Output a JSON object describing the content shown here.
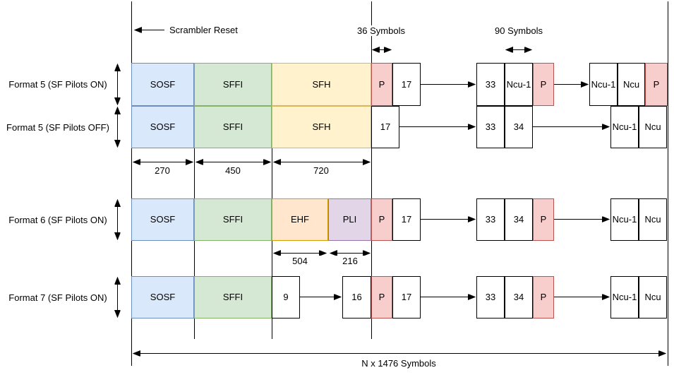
{
  "annotations": {
    "scrambler_reset": "Scrambler Reset",
    "symbols_36": "36 Symbols",
    "symbols_90": "90 Symbols",
    "total_length": "N x 1476 Symbols"
  },
  "dimensions": {
    "sosf": "270",
    "sffi": "450",
    "sfh": "720",
    "ehf": "504",
    "pli": "216"
  },
  "formats": [
    {
      "label": "Format 5 (SF Pilots ON)",
      "main": [
        "SOSF",
        "SFFI",
        "SFH",
        "P",
        "17"
      ],
      "mid": [
        "33",
        "Ncu-1",
        "P"
      ],
      "right": [
        "Ncu-1",
        "Ncu",
        "P"
      ]
    },
    {
      "label": "Format 5 (SF Pilots OFF)",
      "main": [
        "SOSF",
        "SFFI",
        "SFH",
        "17"
      ],
      "mid": [
        "33",
        "34"
      ],
      "right": [
        "Ncu-1",
        "Ncu"
      ]
    },
    {
      "label": "Format 6 (SF Pilots ON)",
      "main": [
        "SOSF",
        "SFFI",
        "EHF",
        "PLI",
        "P",
        "17"
      ],
      "mid": [
        "33",
        "34",
        "P"
      ],
      "right": [
        "Ncu-1",
        "Ncu"
      ]
    },
    {
      "label": "Format 7 (SF Pilots ON)",
      "main": [
        "SOSF",
        "SFFI",
        "9"
      ],
      "chain": [
        "16",
        "P",
        "17"
      ],
      "mid": [
        "33",
        "34",
        "P"
      ],
      "right": [
        "Ncu-1",
        "Ncu"
      ]
    }
  ],
  "palette": {
    "sosf_fill": "#dae8fc",
    "sosf_stroke": "#6c8ebf",
    "sffi_fill": "#d5e8d4",
    "sffi_stroke": "#82b366",
    "sfh_fill": "#fff2cc",
    "sfh_stroke": "#d6b656",
    "ehf_fill": "#ffe6cc",
    "ehf_stroke": "#d79b00",
    "pli_fill": "#e1d5e7",
    "pli_stroke": "#9673a6",
    "pilot_fill": "#f8cecc",
    "pilot_stroke": "#b85450",
    "line": "#000000"
  }
}
